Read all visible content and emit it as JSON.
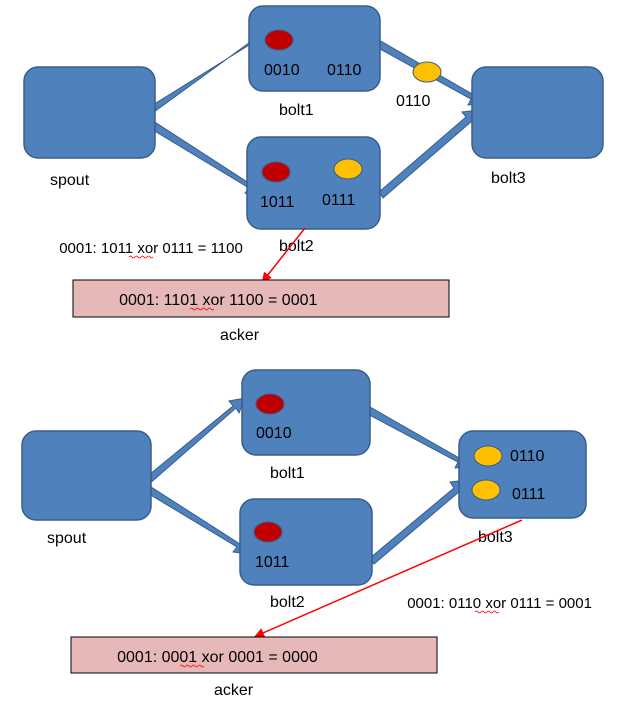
{
  "colors": {
    "node_fill": "#4f81bd",
    "node_stroke": "#385d8a",
    "red_token": "#c00000",
    "yellow_token": "#ffc000",
    "acker_fill": "#e6b9b8",
    "red_arrow": "#ff0000",
    "spellcheck": "#ff0000"
  },
  "top": {
    "spout_label": "spout",
    "bolt1": {
      "label": "bolt1",
      "id1": "0010",
      "id2": "0110"
    },
    "bolt2": {
      "label": "bolt2",
      "id1": "1011",
      "id2": "0111"
    },
    "bolt3": {
      "label": "bolt3"
    },
    "edge_token": "0110",
    "equation": {
      "left": "0001: 1011 ",
      "xor": "xor",
      "right": " 0111 = 1100"
    },
    "acker": {
      "label": "acker",
      "left": "0001: 1101 ",
      "xor": "xor",
      "right": " 1100 = 0001"
    }
  },
  "bottom": {
    "spout_label": "spout",
    "bolt1": {
      "label": "bolt1",
      "id1": "0010"
    },
    "bolt2": {
      "label": "bolt2",
      "id1": "1011"
    },
    "bolt3": {
      "label": "bolt3",
      "id1": "0110",
      "id2": "0111"
    },
    "equation": {
      "left": "0001: 0110 ",
      "xor": "xor",
      "right": " 0111 = 0001"
    },
    "acker": {
      "label": "acker",
      "left": "0001: 0001 ",
      "xor": "xor",
      "right": " 0001 = 0000"
    }
  }
}
